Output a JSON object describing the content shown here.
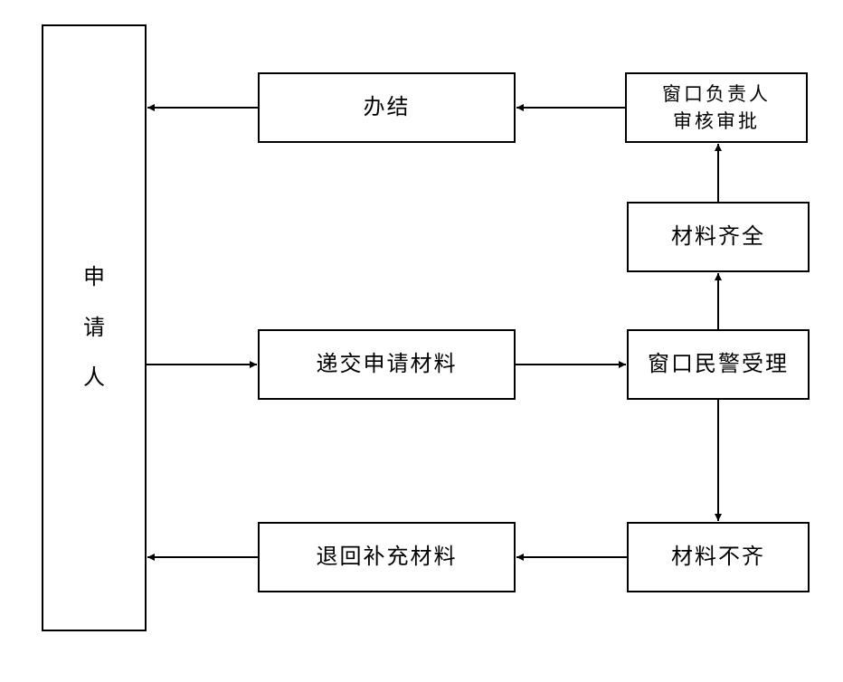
{
  "diagram": {
    "nodes": {
      "applicant": {
        "chars": [
          "申",
          "请",
          "人"
        ]
      },
      "submit": {
        "label": "递交申请材料"
      },
      "accept": {
        "label": "窗口民警受理"
      },
      "complete": {
        "label": "材料齐全"
      },
      "review": {
        "lines": [
          "窗口负责人",
          "审核审批"
        ]
      },
      "finish": {
        "label": "办结"
      },
      "incomplete": {
        "label": "材料不齐"
      },
      "return": {
        "label": "退回补充材料"
      }
    },
    "edges": [
      {
        "from": "applicant",
        "to": "submit"
      },
      {
        "from": "submit",
        "to": "accept"
      },
      {
        "from": "accept",
        "to": "complete"
      },
      {
        "from": "complete",
        "to": "review"
      },
      {
        "from": "review",
        "to": "finish"
      },
      {
        "from": "finish",
        "to": "applicant"
      },
      {
        "from": "accept",
        "to": "incomplete"
      },
      {
        "from": "incomplete",
        "to": "return"
      },
      {
        "from": "return",
        "to": "applicant"
      }
    ]
  }
}
